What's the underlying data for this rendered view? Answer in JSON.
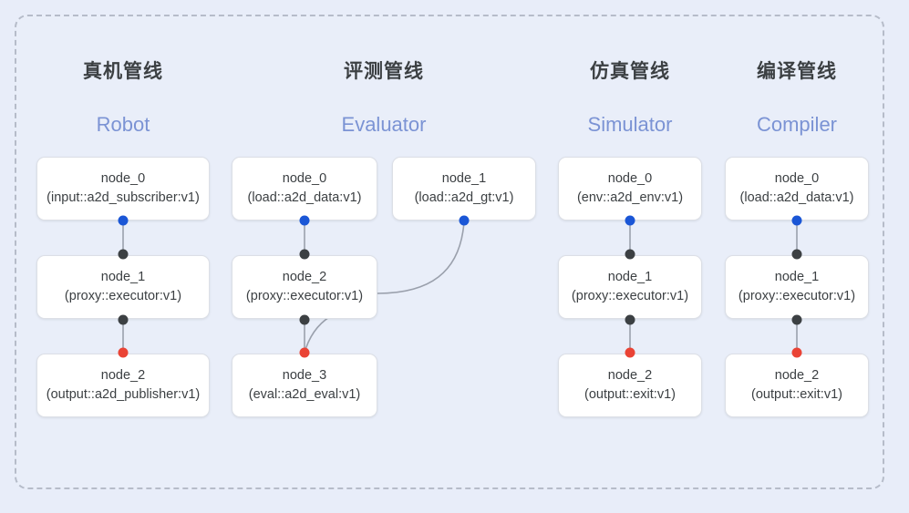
{
  "diagram": {
    "title_visible": false,
    "frame": {
      "style": "dashed",
      "color": "#b6bcc9"
    },
    "background_color": "#e8edf9",
    "panel_color": "#e9eef9",
    "accent_colors": {
      "input_port": "#1a56d6",
      "mid_port": "#3c4043",
      "output_port": "#ea4335",
      "header_en": "#7b93d4",
      "header_cn": "#3c4043",
      "edge": "#9aa0ac"
    },
    "columns": [
      {
        "id": "robot",
        "title_cn": "真机管线",
        "title_en": "Robot",
        "nodes": [
          {
            "id": "robot-node-0",
            "name": "node_0",
            "type": "(input::a2d_subscriber:v1)",
            "row": 0
          },
          {
            "id": "robot-node-1",
            "name": "node_1",
            "type": "(proxy::executor:v1)",
            "row": 1
          },
          {
            "id": "robot-node-2",
            "name": "node_2",
            "type": "(output::a2d_publisher:v1)",
            "row": 2
          }
        ]
      },
      {
        "id": "evaluator",
        "title_cn": "评测管线",
        "title_en": "Evaluator",
        "nodes": [
          {
            "id": "eval-node-0",
            "name": "node_0",
            "type": "(load::a2d_data:v1)",
            "row": 0
          },
          {
            "id": "eval-node-1",
            "name": "node_1",
            "type": "(load::a2d_gt:v1)",
            "row": 0
          },
          {
            "id": "eval-node-2",
            "name": "node_2",
            "type": "(proxy::executor:v1)",
            "row": 1
          },
          {
            "id": "eval-node-3",
            "name": "node_3",
            "type": "(eval::a2d_eval:v1)",
            "row": 2
          }
        ]
      },
      {
        "id": "simulator",
        "title_cn": "仿真管线",
        "title_en": "Simulator",
        "nodes": [
          {
            "id": "sim-node-0",
            "name": "node_0",
            "type": "(env::a2d_env:v1)",
            "row": 0
          },
          {
            "id": "sim-node-1",
            "name": "node_1",
            "type": "(proxy::executor:v1)",
            "row": 1
          },
          {
            "id": "sim-node-2",
            "name": "node_2",
            "type": "(output::exit:v1)",
            "row": 2
          }
        ]
      },
      {
        "id": "compiler",
        "title_cn": "编译管线",
        "title_en": "Compiler",
        "nodes": [
          {
            "id": "comp-node-0",
            "name": "node_0",
            "type": "(load::a2d_data:v1)",
            "row": 0
          },
          {
            "id": "comp-node-1",
            "name": "node_1",
            "type": "(proxy::executor:v1)",
            "row": 1
          },
          {
            "id": "comp-node-2",
            "name": "node_2",
            "type": "(output::exit:v1)",
            "row": 2
          }
        ]
      }
    ]
  }
}
